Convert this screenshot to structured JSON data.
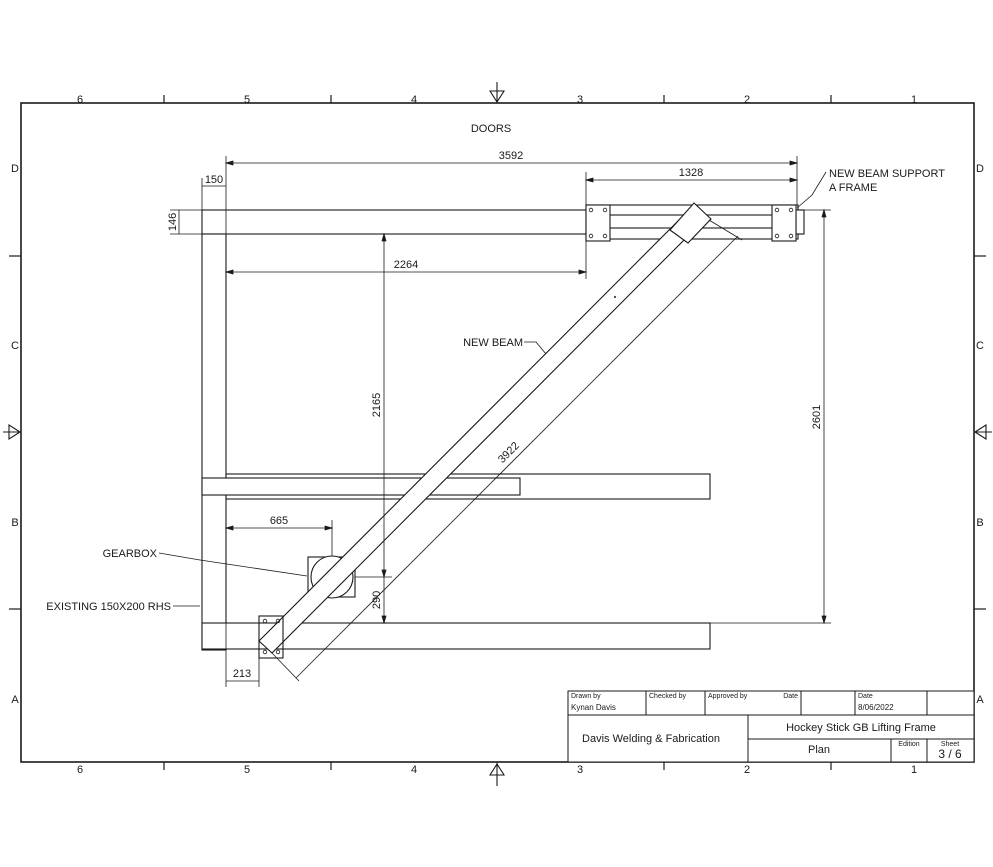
{
  "border": {
    "columns": [
      "6",
      "5",
      "4",
      "3",
      "2",
      "1"
    ],
    "rows": [
      "D",
      "C",
      "B",
      "A"
    ]
  },
  "labels": {
    "doors": "DOORS",
    "new_beam_support_line1": "NEW BEAM SUPPORT",
    "new_beam_support_line2": "A FRAME",
    "new_beam": "NEW BEAM",
    "gearbox": "GEARBOX",
    "existing_rhs": "EXISTING 150X200 RHS"
  },
  "dimensions": {
    "overall_width": "3592",
    "support_width": "1328",
    "offset_150": "150",
    "depth_146": "146",
    "offset_2264": "2264",
    "height_2165": "2165",
    "height_2601": "2601",
    "beam_length": "3922",
    "gearbox_665": "665",
    "gearbox_290": "290",
    "offset_213": "213"
  },
  "title_block": {
    "drawn_by_label": "Drawn by",
    "drawn_by": "Kynan Davis",
    "checked_by_label": "Checked by",
    "approved_by_label": "Approved by",
    "date_label_1": "Date",
    "date_label_2": "Date",
    "date": "8/06/2022",
    "company": "Davis Welding & Fabrication",
    "title": "Hockey Stick GB Lifting Frame",
    "view": "Plan",
    "edition_label": "Edition",
    "sheet_label": "Sheet",
    "sheet": "3 / 6"
  },
  "colors": {
    "line": "#1a1a1a",
    "paper": "#ffffff"
  }
}
